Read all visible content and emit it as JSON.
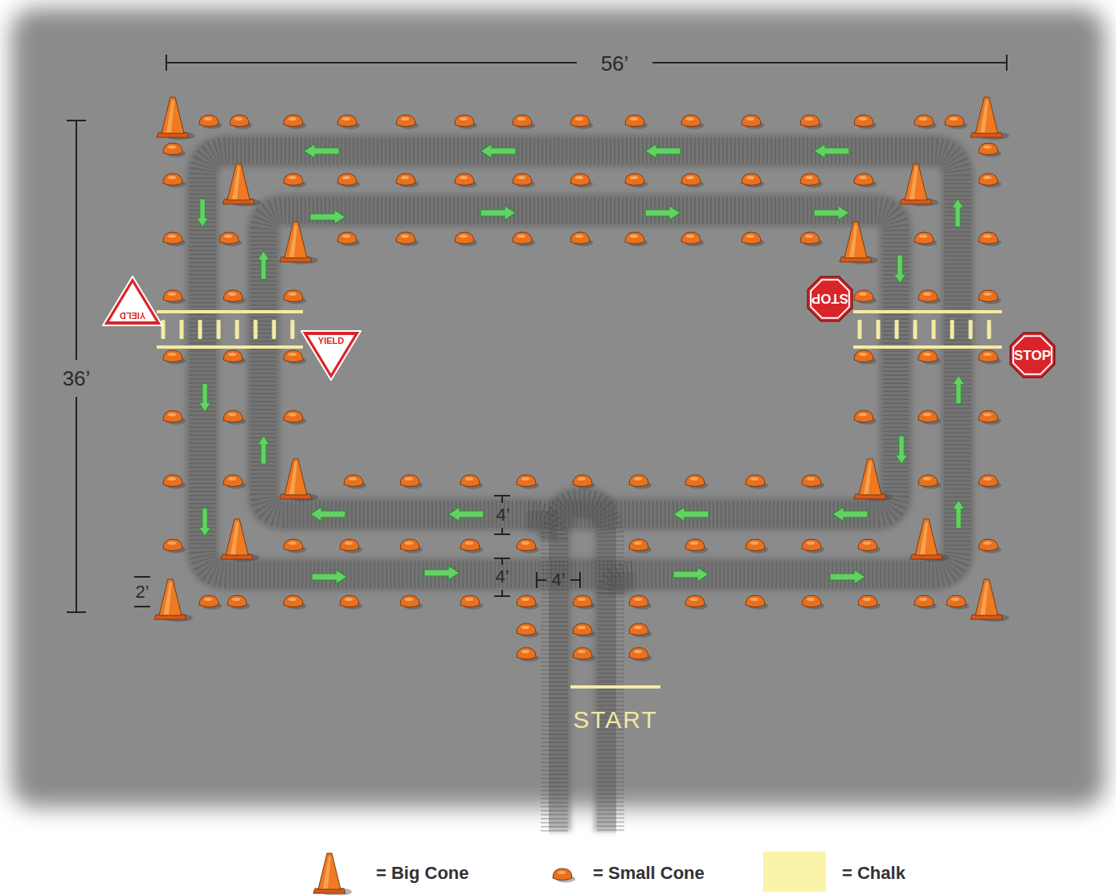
{
  "diagram": {
    "nodes": [
      {
        "text": [
          "YIELD"
        ]
      },
      {
        "text": [
          "STOP"
        ]
      },
      {
        "text": [
          "YIELD"
        ]
      },
      {
        "text": [
          "STOP"
        ]
      }
    ],
    "labels": [
      "56’",
      "36’",
      "4’",
      "4’",
      "4’",
      "2’",
      "START"
    ],
    "legend": [
      {
        "text": "= Big Cone"
      },
      {
        "text": "= Small Cone"
      },
      {
        "text": "= Chalk",
        "color": "#fbf4a8"
      }
    ]
  }
}
